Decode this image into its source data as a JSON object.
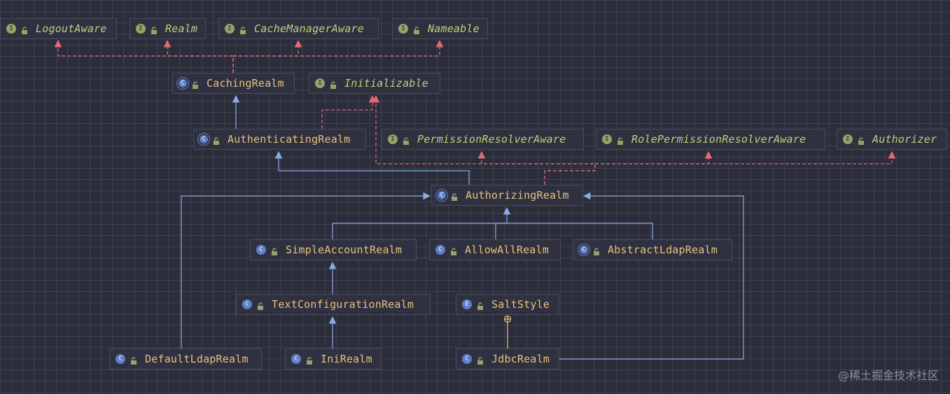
{
  "colors": {
    "interface_label": "#b9d37a",
    "class_label": "#e8c17a",
    "inheritance_edge": "#8fa8e8",
    "implementation_edge": "#e06c75",
    "dependency_edge": "#e8c17a"
  },
  "nodes": [
    {
      "id": "logoutaware",
      "label": "LogoutAware",
      "kind": "interface",
      "icon": "interface-icon"
    },
    {
      "id": "realm",
      "label": "Realm",
      "kind": "interface",
      "icon": "interface-icon"
    },
    {
      "id": "cachemanageraware",
      "label": "CacheManagerAware",
      "kind": "interface",
      "icon": "interface-icon"
    },
    {
      "id": "nameable",
      "label": "Nameable",
      "kind": "interface",
      "icon": "interface-icon"
    },
    {
      "id": "cachingrealm",
      "label": "CachingRealm",
      "kind": "abstract",
      "icon": "abstract-class-icon"
    },
    {
      "id": "initializable",
      "label": "Initializable",
      "kind": "interface",
      "icon": "interface-icon"
    },
    {
      "id": "authenticatingrealm",
      "label": "AuthenticatingRealm",
      "kind": "abstract",
      "icon": "abstract-class-icon"
    },
    {
      "id": "permissionresolveraware",
      "label": "PermissionResolverAware",
      "kind": "interface",
      "icon": "interface-icon"
    },
    {
      "id": "rolepermissionresolveraware",
      "label": "RolePermissionResolverAware",
      "kind": "interface",
      "icon": "interface-icon"
    },
    {
      "id": "authorizer",
      "label": "Authorizer",
      "kind": "interface",
      "icon": "interface-icon"
    },
    {
      "id": "authorizingrealm",
      "label": "AuthorizingRealm",
      "kind": "abstract",
      "icon": "abstract-class-icon"
    },
    {
      "id": "simpleaccountrealm",
      "label": "SimpleAccountRealm",
      "kind": "class",
      "icon": "class-icon"
    },
    {
      "id": "allowallrealm",
      "label": "AllowAllRealm",
      "kind": "class",
      "icon": "class-icon"
    },
    {
      "id": "abstractldaprealm",
      "label": "AbstractLdapRealm",
      "kind": "abstract",
      "icon": "abstract-class-icon"
    },
    {
      "id": "textconfigurationrealm",
      "label": "TextConfigurationRealm",
      "kind": "class",
      "icon": "class-icon"
    },
    {
      "id": "saltstyle",
      "label": "SaltStyle",
      "kind": "enum",
      "icon": "enum-icon"
    },
    {
      "id": "defaultldaprealm",
      "label": "DefaultLdapRealm",
      "kind": "class",
      "icon": "class-icon"
    },
    {
      "id": "inirealm",
      "label": "IniRealm",
      "kind": "class",
      "icon": "class-icon"
    },
    {
      "id": "jdbcrealm",
      "label": "JdbcRealm",
      "kind": "class",
      "icon": "class-icon"
    }
  ],
  "edges": [
    {
      "from": "cachingrealm",
      "to": "logoutaware",
      "type": "implements"
    },
    {
      "from": "cachingrealm",
      "to": "realm",
      "type": "implements"
    },
    {
      "from": "cachingrealm",
      "to": "cachemanageraware",
      "type": "implements"
    },
    {
      "from": "cachingrealm",
      "to": "nameable",
      "type": "implements"
    },
    {
      "from": "authenticatingrealm",
      "to": "cachingrealm",
      "type": "extends"
    },
    {
      "from": "authenticatingrealm",
      "to": "initializable",
      "type": "implements"
    },
    {
      "from": "authorizingrealm",
      "to": "authenticatingrealm",
      "type": "extends"
    },
    {
      "from": "authorizingrealm",
      "to": "initializable",
      "type": "implements"
    },
    {
      "from": "authorizingrealm",
      "to": "permissionresolveraware",
      "type": "implements"
    },
    {
      "from": "authorizingrealm",
      "to": "rolepermissionresolveraware",
      "type": "implements"
    },
    {
      "from": "authorizingrealm",
      "to": "authorizer",
      "type": "implements"
    },
    {
      "from": "simpleaccountrealm",
      "to": "authorizingrealm",
      "type": "extends"
    },
    {
      "from": "allowallrealm",
      "to": "authorizingrealm",
      "type": "extends"
    },
    {
      "from": "abstractldaprealm",
      "to": "authorizingrealm",
      "type": "extends"
    },
    {
      "from": "defaultldaprealm",
      "to": "authorizingrealm",
      "type": "extends"
    },
    {
      "from": "jdbcrealm",
      "to": "authorizingrealm",
      "type": "extends"
    },
    {
      "from": "textconfigurationrealm",
      "to": "simpleaccountrealm",
      "type": "extends"
    },
    {
      "from": "inirealm",
      "to": "textconfigurationrealm",
      "type": "extends"
    },
    {
      "from": "jdbcrealm",
      "to": "saltstyle",
      "type": "inner"
    }
  ],
  "watermark": "@稀土掘金技术社区"
}
